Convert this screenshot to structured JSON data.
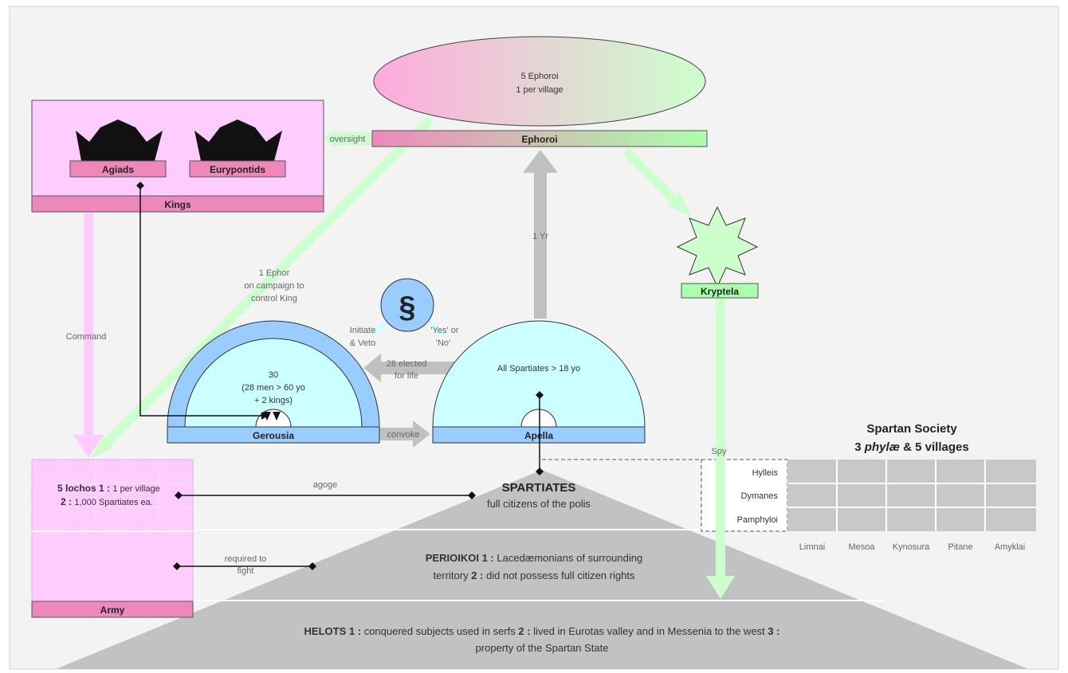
{
  "ephoroi": {
    "ellipse_line1": "5 Ephoroi",
    "ellipse_line2": "1 per village",
    "bar_label": "Ephoroi"
  },
  "kings": {
    "house_1": "Agiads",
    "house_2": "Eurypontids",
    "bar_label": "Kings"
  },
  "kryptela": {
    "label": "Kryptela"
  },
  "gerousia": {
    "line1": "30",
    "line2": "(28 men > 60 yo",
    "line3": "+ 2 kings)",
    "bar_label": "Gerousia"
  },
  "apella": {
    "line1": "All Spartiates > 18 yo",
    "bar_label": "Apella"
  },
  "law_symbol": "§",
  "arrows": {
    "oversight": "oversight",
    "one_yr": "1 Yr",
    "ephor_campaign_1": "1 Ephor",
    "ephor_campaign_2": "on campaign to",
    "ephor_campaign_3": "control King",
    "command": "Command",
    "initiate_1": "Initiate",
    "initiate_2": "& Veto",
    "yes_no_1": "'Yes' or",
    "yes_no_2": "'No'",
    "elected_1": "28 elected",
    "elected_2": "for life",
    "convoke": "convoke",
    "spy": "Spy",
    "agoge": "agoge",
    "required_1": "required to",
    "required_2": "fight"
  },
  "army": {
    "line1_bold": "5 lochos",
    "line1_num": "1 :",
    "line1_rest": "1 per village",
    "line2_num": "2 :",
    "line2_rest": "1,000 Spartiates ea.",
    "bar_label": "Army"
  },
  "spartiates": {
    "title": "SPARTIATES",
    "subtitle": "full citizens of the polis"
  },
  "perioikoi": {
    "title": "PERIOIKOI",
    "n1": "1 :",
    "text1": "Lacedæmonians of surrounding",
    "text2": "territory",
    "n2": "2 :",
    "text3": "did not possess full citizen rights"
  },
  "helots": {
    "title": "HELOTS",
    "n1": "1 :",
    "text1": "conquered subjects used in serfs",
    "n2": "2 :",
    "text2": "lived in Eurotas valley and in Messenia to the west",
    "n3": "3 :",
    "text3": "property of the Spartan State"
  },
  "society": {
    "title": "Spartan Society",
    "subtitle_pre": "3",
    "subtitle_em": "phylæ",
    "subtitle_post": "& 5 villages",
    "phylae": [
      "Hylleis",
      "Dymanes",
      "Pamphyloi"
    ],
    "villages": [
      "Limnai",
      "Mesoa",
      "Kynosura",
      "Pitane",
      "Amyklai"
    ]
  },
  "colors": {
    "pink": "#ffccff",
    "pink_bar": "#ee88bb",
    "green_bar": "#aaffaa",
    "light_green": "#ccffcc",
    "blue": "#99ccff",
    "light_cyan": "#ccffff",
    "gray": "#c0c0c0"
  }
}
